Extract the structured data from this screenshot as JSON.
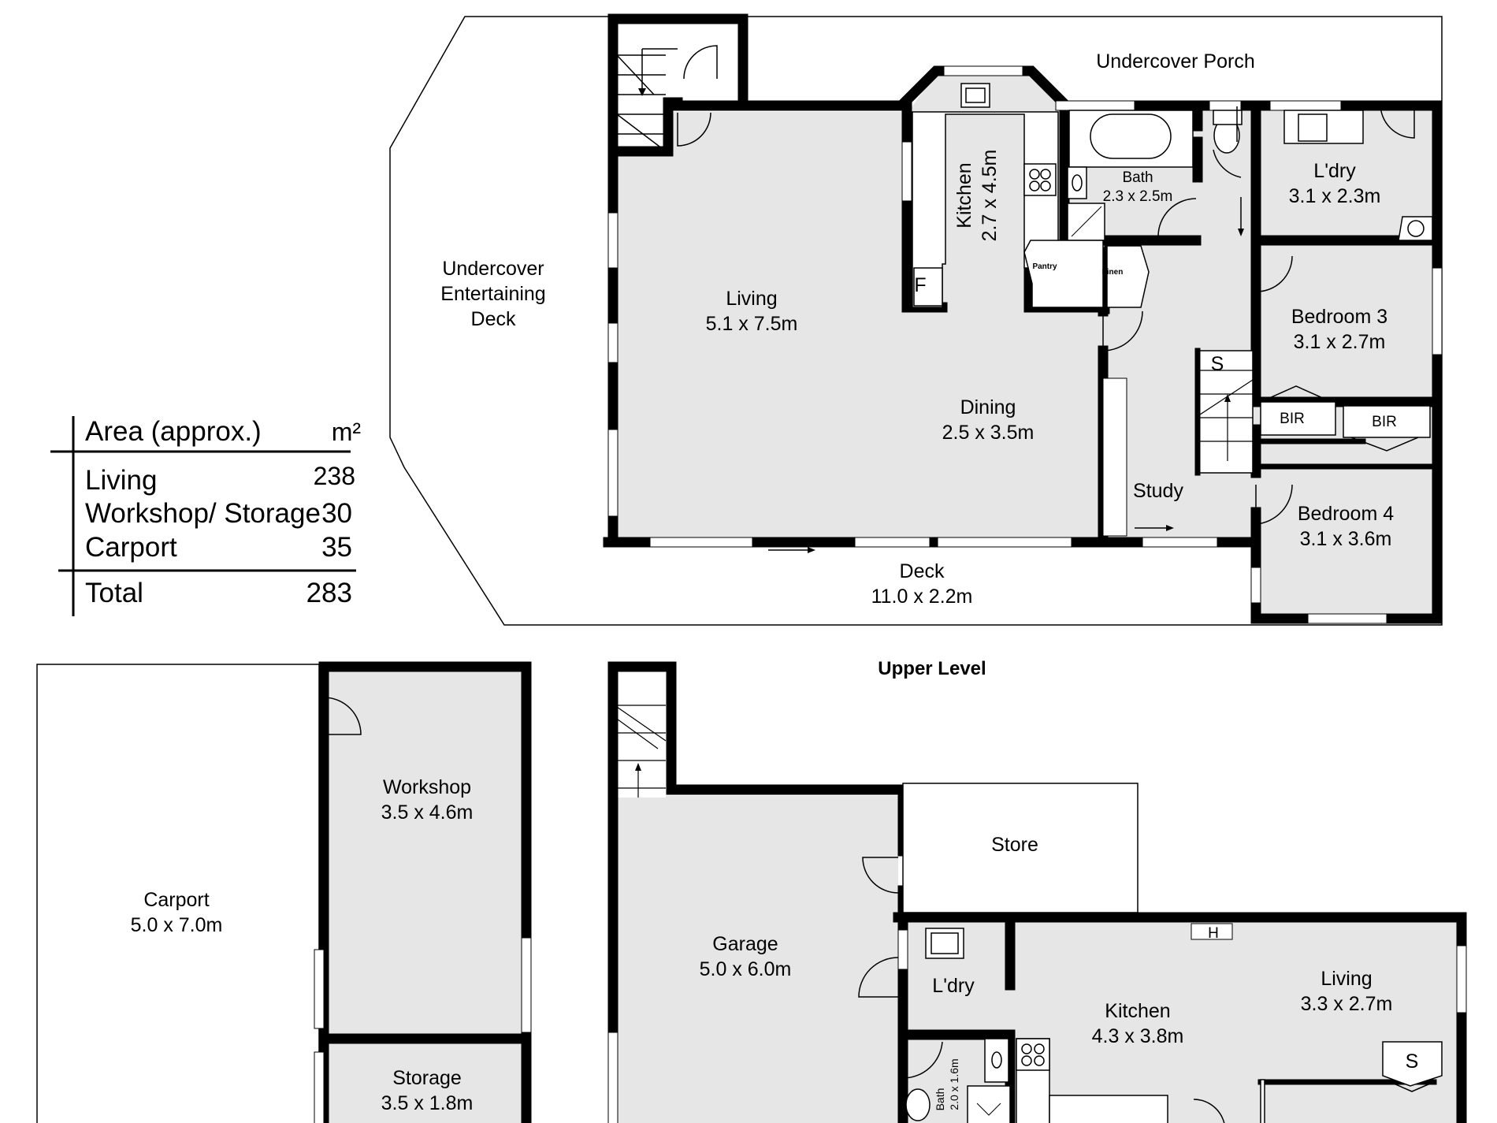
{
  "upper_level": {
    "title": "Upper Level",
    "rooms": {
      "porch": "Undercover Porch",
      "entertaining_deck": [
        "Undercover",
        "Entertaining",
        "Deck"
      ],
      "living": {
        "name": "Living",
        "size": "5.1 x 7.5m"
      },
      "kitchen": {
        "name": "Kitchen",
        "size": "2.7 x 4.5m"
      },
      "fridge": "F",
      "pantry": "Pantry",
      "linen": "Linen",
      "bath": {
        "name": "Bath",
        "size": "2.3 x 2.5m"
      },
      "laundry": {
        "name": "L'dry",
        "size": "3.1 x 2.3m"
      },
      "bedroom3": {
        "name": "Bedroom 3",
        "size": "3.1 x 2.7m"
      },
      "bir1": "BIR",
      "bir2": "BIR",
      "bedroom4": {
        "name": "Bedroom 4",
        "size": "3.1 x 3.6m"
      },
      "dining": {
        "name": "Dining",
        "size": "2.5 x 3.5m"
      },
      "study": "Study",
      "stair_store": "S",
      "deck": {
        "name": "Deck",
        "size": "11.0 x 2.2m"
      }
    }
  },
  "lower_level": {
    "rooms": {
      "carport": {
        "name": "Carport",
        "size": "5.0 x 7.0m"
      },
      "workshop": {
        "name": "Workshop",
        "size": "3.5 x 4.6m"
      },
      "storage": {
        "name": "Storage",
        "size": "3.5 x 1.8m"
      },
      "garage": {
        "name": "Garage",
        "size": "5.0 x 6.0m"
      },
      "store": "Store",
      "laundry": "L'dry",
      "kitchen": {
        "name": "Kitchen",
        "size": "4.3 x 3.8m"
      },
      "heater": "H",
      "living": {
        "name": "Living",
        "size": "3.3 x 2.7m"
      },
      "bath": {
        "name": "Bath",
        "size": "2.0 x 1.6m"
      },
      "store_s": "S"
    }
  },
  "area_table": {
    "header_label": "Area (approx.)",
    "header_unit": "m²",
    "rows": [
      {
        "label": "Living",
        "value": "238"
      },
      {
        "label": "Workshop/ Storage",
        "value": "30"
      },
      {
        "label": "Carport",
        "value": "35"
      }
    ],
    "total_label": "Total",
    "total_value": "283"
  }
}
